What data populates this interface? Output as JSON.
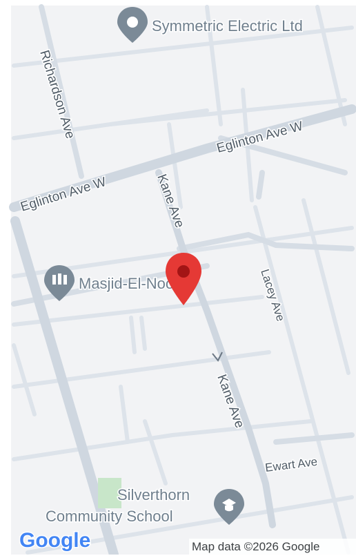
{
  "map": {
    "streets": {
      "eglinton_west": "Eglinton Ave W",
      "eglinton_east": "Eglinton Ave W",
      "richardson": "Richardson Ave",
      "kane_north": "Kane Ave",
      "kane_south": "Kane Ave",
      "lacey": "Lacey Ave",
      "ewart": "Ewart Ave"
    },
    "pois": {
      "symmetric": "Symmetric Electric Ltd",
      "masjid": "Masjid-El-Noor",
      "school_line1": "Silverthorn",
      "school_line2": "Community School"
    },
    "attribution": {
      "logo": "Google",
      "text": "Map data ©2026 Google"
    },
    "icons": {
      "symmetric": "place-pin-icon",
      "masjid": "mosque-icon",
      "school": "school-icon",
      "marker": "red-location-marker-icon"
    },
    "colors": {
      "land": "#f2f3f5",
      "road": "#ffffff",
      "minor_road": "#dde3ea",
      "major_road": "#cfd7e0",
      "label": "#4f5b66",
      "poi": "#6f7f8d",
      "marker": "#e53935",
      "park": "#c8e6c9"
    }
  }
}
